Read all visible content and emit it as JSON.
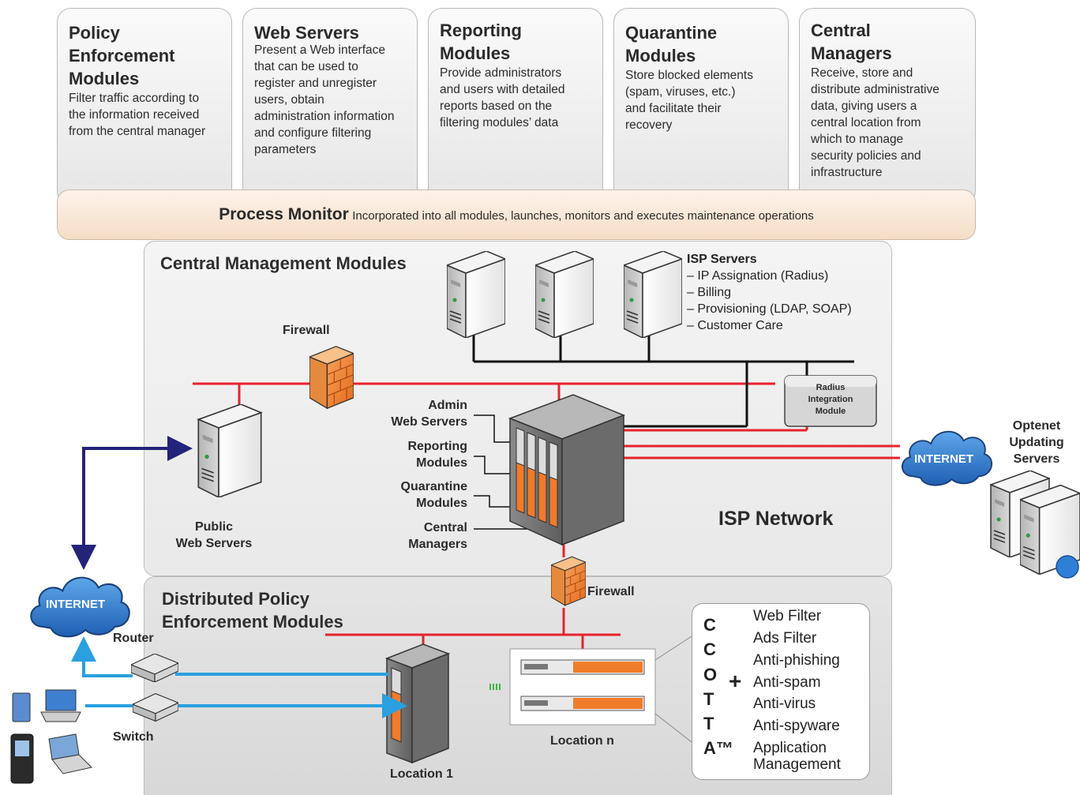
{
  "modules": [
    {
      "title": "Policy\nEnforcement\nModules",
      "desc": "Filter traffic according to\nthe information received\nfrom the central manager"
    },
    {
      "title": "Web Servers",
      "desc": "Present a Web interface\nthat can be used to\nregister and unregister\nusers, obtain\nadministration information\nand configure filtering\nparameters"
    },
    {
      "title": "Reporting\nModules",
      "desc": "Provide administrators\nand users with detailed\nreports based on the\nfiltering modules’ data"
    },
    {
      "title": "Quarantine\nModules",
      "desc": "Store blocked elements\n(spam, viruses, etc.)\nand facilitate their\nrecovery"
    },
    {
      "title": "Central\nManagers",
      "desc": "Receive, store and\ndistribute administrative\ndata, giving users a\ncentral location from\nwhich to manage\nsecurity policies and\ninfrastructure"
    }
  ],
  "process_monitor": {
    "title": "Process Monitor",
    "desc": "Incorporated into all modules, launches, monitors and executes maintenance operations"
  },
  "central": {
    "heading": "Central Management Modules",
    "isp_servers": {
      "title": "ISP Servers",
      "items": [
        "– IP Assignation (Radius)",
        "– Billing",
        "– Provisioning (LDAP, SOAP)",
        "– Customer Care"
      ]
    },
    "firewall": "Firewall",
    "radius": "Radius\nIntegration\nModule",
    "rack_labels": [
      "Admin\nWeb Servers",
      "Reporting\nModules",
      "Quarantine\nModules",
      "Central\nManagers"
    ],
    "public_web": "Public\nWeb Servers",
    "isp_network": "ISP Network"
  },
  "internet_label": "INTERNET",
  "optenet": "Optenet\nUpdating\nServers",
  "distributed": {
    "heading": "Distributed Policy\nEnforcement Modules",
    "firewall": "Firewall",
    "router": "Router",
    "switch": "Switch",
    "location1": "Location 1",
    "locationn": "Location n"
  },
  "ccotta": {
    "letters": [
      "C",
      "C",
      "O",
      "T",
      "T",
      "A™"
    ],
    "plus": "+",
    "features": [
      "Web Filter",
      "Ads Filter",
      "Anti-phishing",
      "Anti-spam",
      "Anti-virus",
      "Anti-spyware",
      "Application\n      Management"
    ]
  }
}
